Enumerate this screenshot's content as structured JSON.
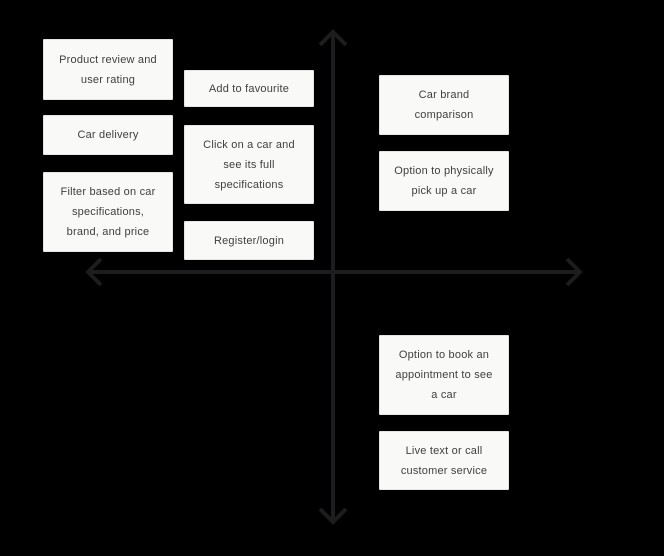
{
  "diagram": {
    "type": "quadrant-matrix",
    "background_color": "#000000",
    "axis_color": "#1d1d1f",
    "note_background": "#f9f9f7",
    "note_text_color": "#3f3f3f",
    "boxes": [
      {
        "id": "product-review",
        "quadrant": "top-left",
        "label": "Product review and\nuser rating"
      },
      {
        "id": "car-delivery",
        "quadrant": "top-left",
        "label": "Car delivery"
      },
      {
        "id": "filter-specs",
        "quadrant": "top-left",
        "label": "Filter based on car\nspecifications,\nbrand, and price"
      },
      {
        "id": "add-favourite",
        "quadrant": "top-left",
        "label": "Add to favourite"
      },
      {
        "id": "car-full-specs",
        "quadrant": "top-left",
        "label": "Click on a car and\nsee its full\nspecifications"
      },
      {
        "id": "register-login",
        "quadrant": "top-left",
        "label": "Register/login"
      },
      {
        "id": "brand-comparison",
        "quadrant": "top-right",
        "label": "Car brand\ncomparison"
      },
      {
        "id": "physical-pickup",
        "quadrant": "top-right",
        "label": "Option to physically\npick up a car"
      },
      {
        "id": "book-appointment",
        "quadrant": "bottom-right",
        "label": "Option to book an\nappointment to see\na car"
      },
      {
        "id": "customer-service",
        "quadrant": "bottom-right",
        "label": "Live text or call\ncustomer service"
      }
    ]
  }
}
